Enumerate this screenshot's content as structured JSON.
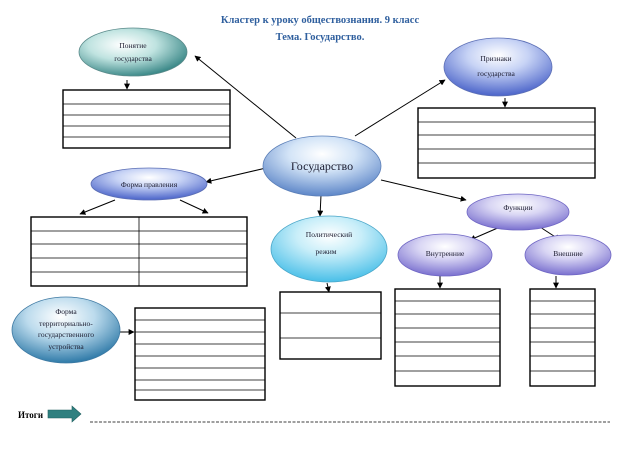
{
  "header": {
    "title": "Кластер к уроку обществознания. 9 класс",
    "subtitle": "Тема. Государство."
  },
  "nodes": {
    "center": "Государство",
    "concept": [
      "Понятие",
      "государства"
    ],
    "signs": [
      "Признаки",
      "государства"
    ],
    "government_form": "Форма правления",
    "political_regime": [
      "Политический",
      "режим"
    ],
    "functions": "Функции",
    "internal": "Внутренние",
    "external": "Внешние",
    "territorial_form": [
      "Форма",
      "территориально-",
      "государственного",
      "устройства"
    ]
  },
  "footer": {
    "summary_label": "Итоги"
  },
  "colors": {
    "title": "#2f5f9e",
    "teal_ellipse": "#3d8f8f",
    "blue_ellipse": "#6f86d6",
    "cyan_ellipse": "#6fd0f0",
    "violet_ellipse": "#8c82d6"
  }
}
